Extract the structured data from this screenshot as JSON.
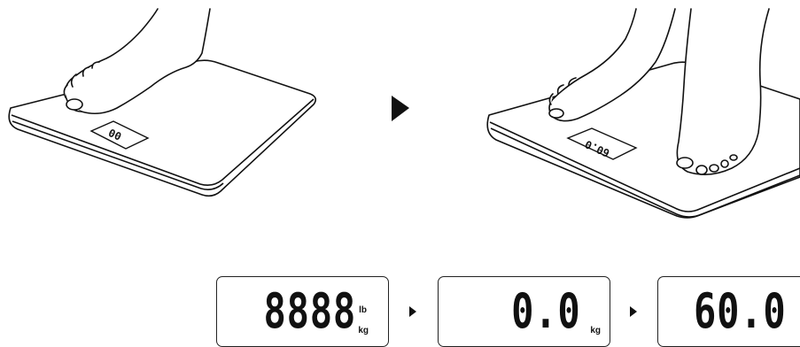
{
  "step_arrow_icon": "play-triangle-icon",
  "scale_display_small_1": "00",
  "scale_display_small_2": "60.0",
  "displays": [
    {
      "digits": "8888",
      "units": [
        "lb",
        "kg"
      ]
    },
    {
      "digits": "0.0",
      "units": [
        "kg"
      ]
    },
    {
      "digits": "60.0",
      "units": []
    }
  ],
  "colors": {
    "line": "#111111",
    "background": "#ffffff"
  }
}
